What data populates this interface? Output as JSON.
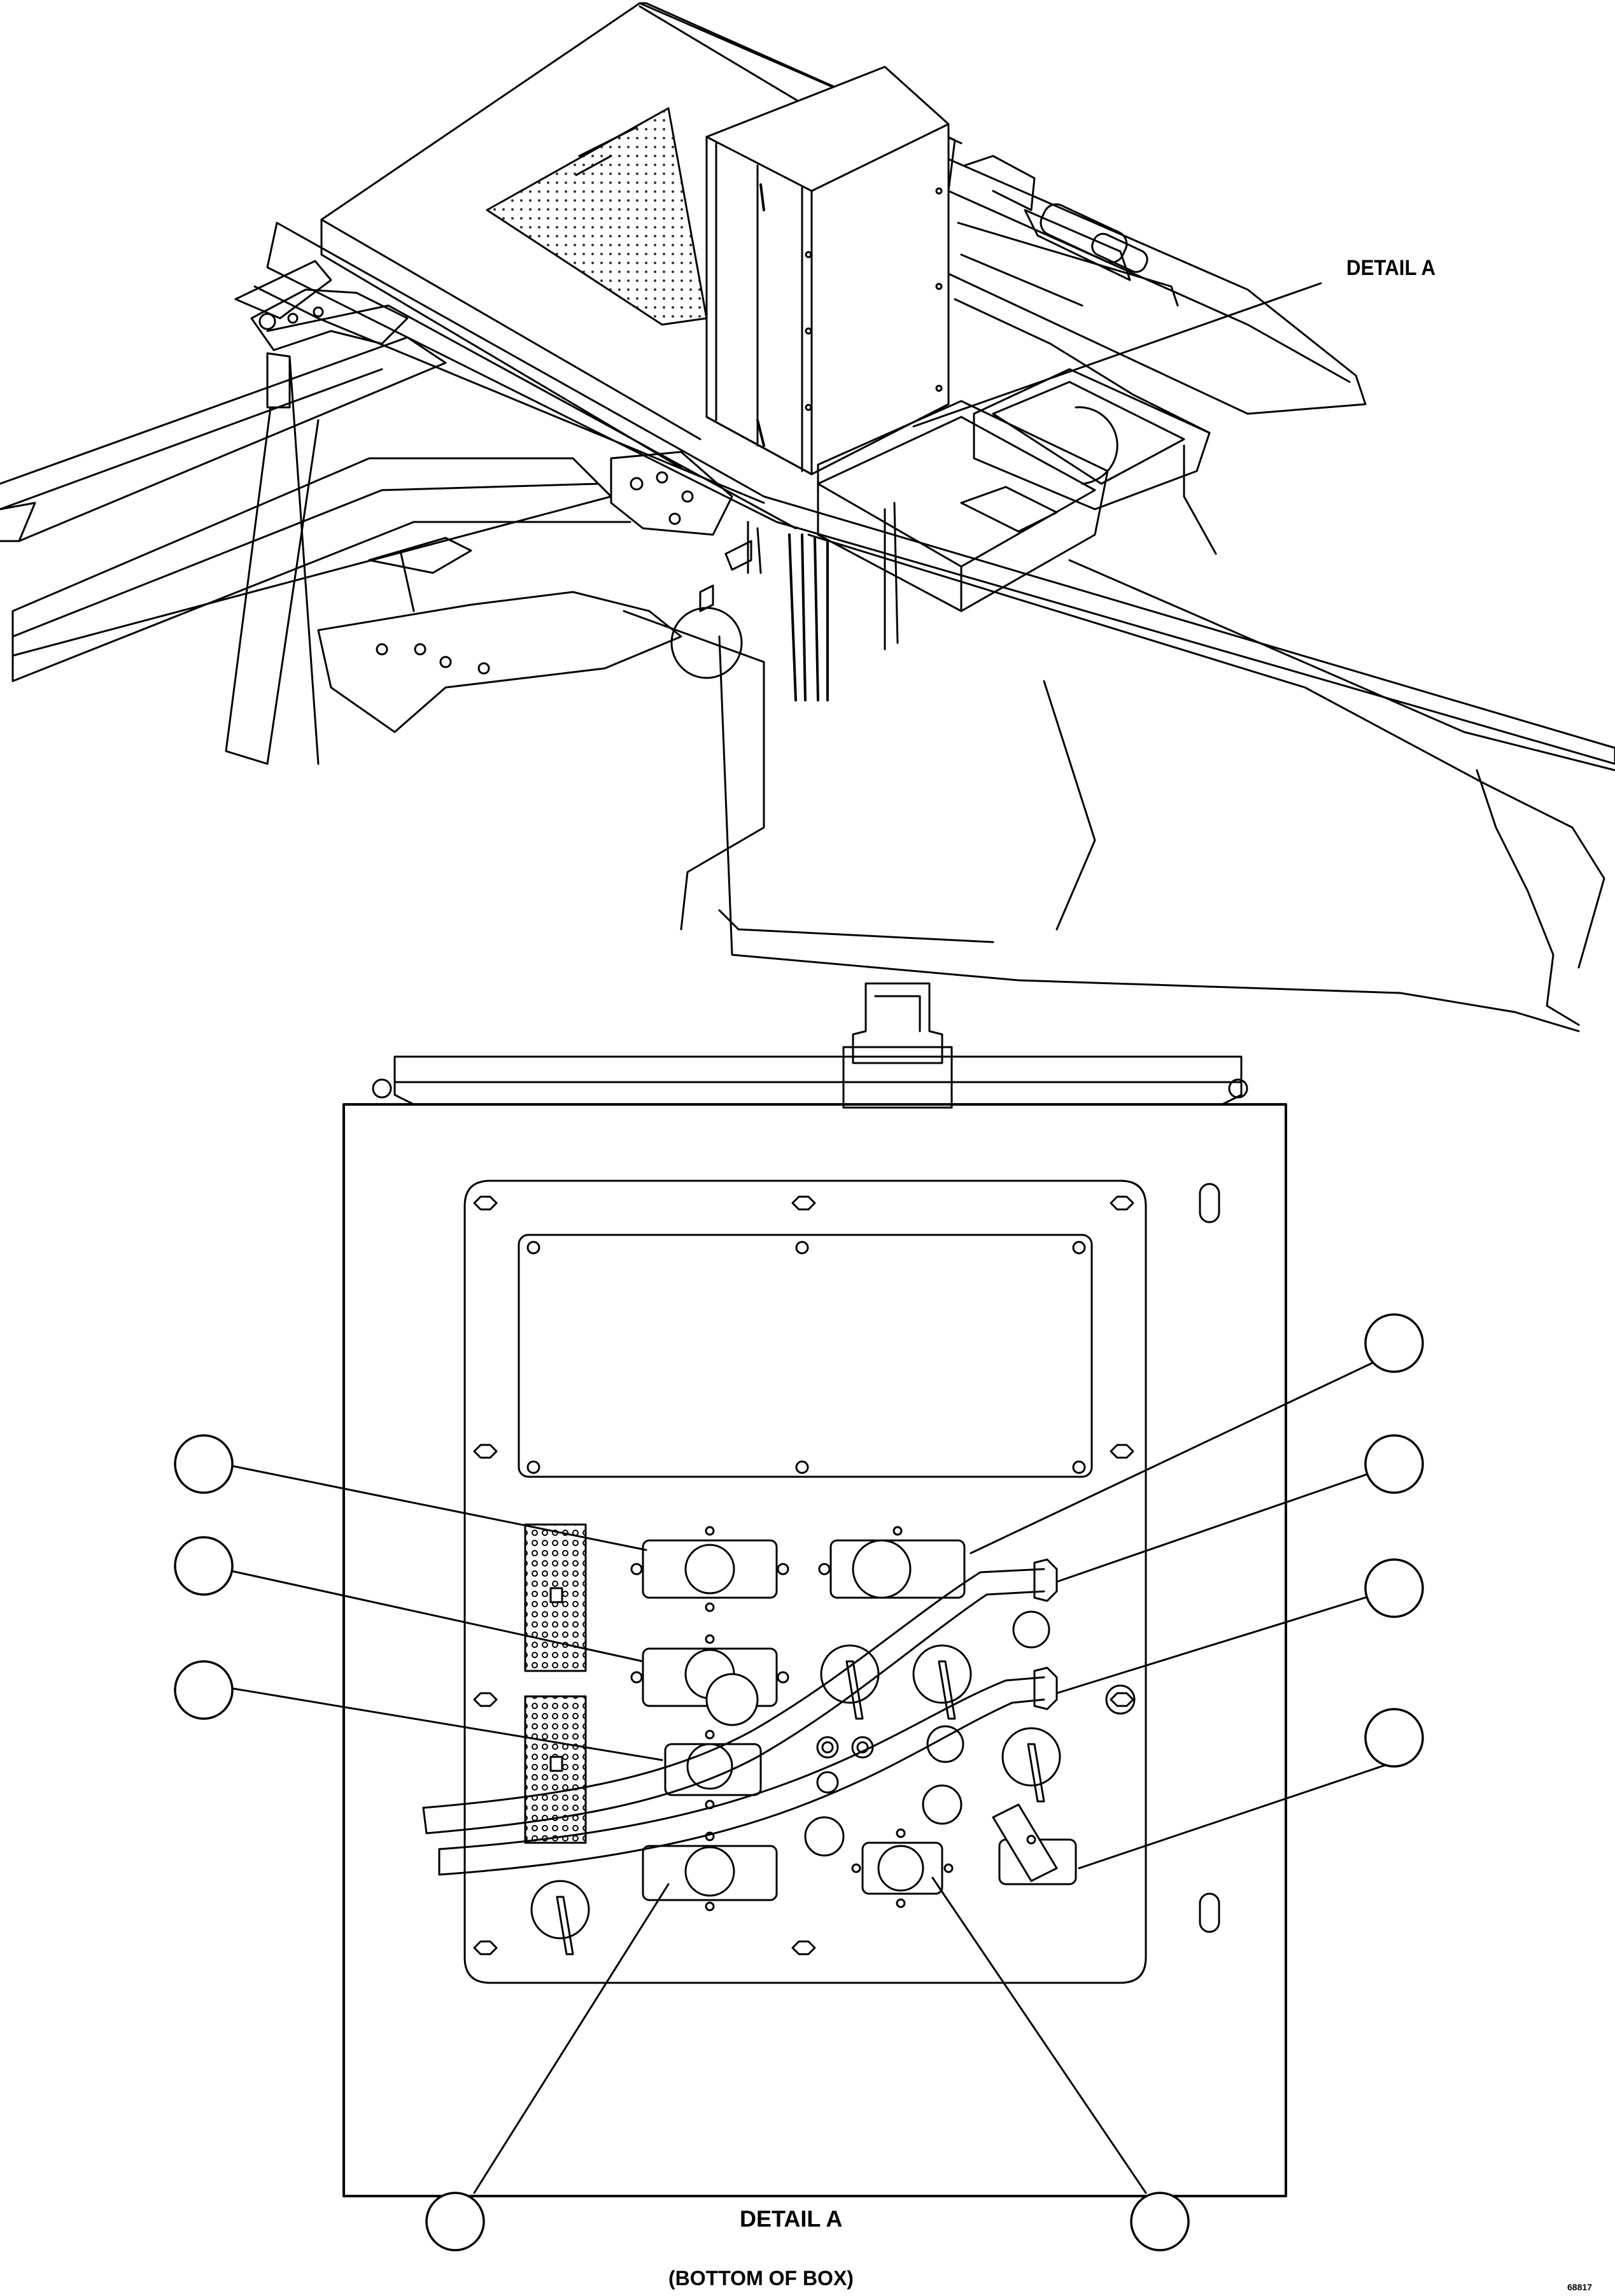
{
  "labels": {
    "detail_callout": "DETAIL A",
    "detail_title": "DETAIL A",
    "detail_subtitle": "(BOTTOM OF BOX)",
    "figure_code": "68817"
  },
  "balloons": [
    {
      "id": "balloon-upper-right-1",
      "text": ""
    },
    {
      "id": "balloon-upper-right-2",
      "text": ""
    },
    {
      "id": "balloon-upper-right-3",
      "text": ""
    },
    {
      "id": "balloon-upper-right-4",
      "text": ""
    },
    {
      "id": "balloon-left-1",
      "text": ""
    },
    {
      "id": "balloon-left-2",
      "text": ""
    },
    {
      "id": "balloon-left-3",
      "text": ""
    },
    {
      "id": "balloon-bottom-left",
      "text": ""
    },
    {
      "id": "balloon-bottom-right",
      "text": ""
    }
  ],
  "colors": {
    "line": "#000000",
    "background": "#ffffff",
    "panel_pattern": "#666666"
  }
}
